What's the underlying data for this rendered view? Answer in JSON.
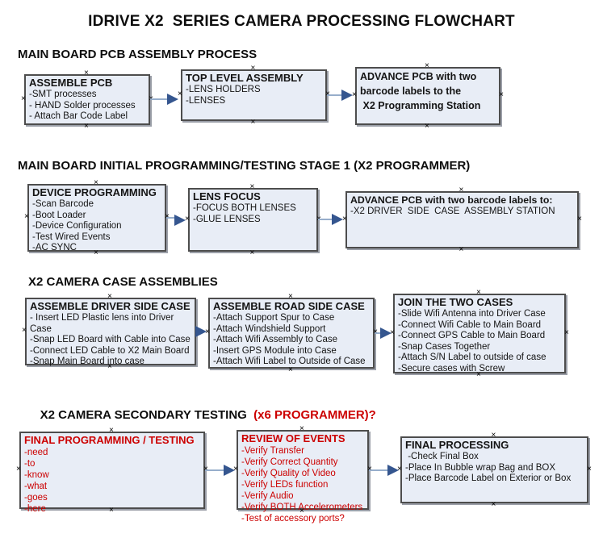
{
  "title": "IDRIVE X2  SERIES CAMERA PROCESSING FLOWCHART",
  "colors": {
    "box_fill": "#e8edf6",
    "box_border": "#4d4d4d",
    "box_shadow": "#9b9fa8",
    "arrow_line": "#97aecb",
    "arrow_head": "#35568f",
    "accent_red": "#cc0000",
    "text": "#141414"
  },
  "icons": {
    "connector_handle": "×"
  },
  "sections": [
    {
      "heading": "MAIN BOARD PCB ASSEMBLY PROCESS",
      "boxes": [
        {
          "title": "ASSEMBLE PCB",
          "lines": [
            "-SMT processes",
            "- HAND Solder processes",
            "- Attach Bar Code Label"
          ]
        },
        {
          "title": "TOP LEVEL ASSEMBLY",
          "lines": [
            "-LENS HOLDERS",
            "-LENSES"
          ]
        },
        {
          "title": "ADVANCE PCB with two",
          "lines": [
            "barcode labels to the",
            " X2 Programming Station"
          ]
        }
      ]
    },
    {
      "heading": "MAIN BOARD INITIAL PROGRAMMING/TESTING STAGE 1 (X2 PROGRAMMER)",
      "boxes": [
        {
          "title": "DEVICE PROGRAMMING",
          "lines": [
            "-Scan Barcode",
            "-Boot Loader",
            "-Device Configuration",
            "-Test Wired Events",
            "-AC SYNC"
          ]
        },
        {
          "title": "LENS FOCUS",
          "lines": [
            "-FOCUS BOTH LENSES",
            "-GLUE LENSES"
          ]
        },
        {
          "title": "ADVANCE PCB with two barcode labels to:",
          "lines": [
            "-X2 DRIVER  SIDE  CASE  ASSEMBLY STATION"
          ]
        }
      ]
    },
    {
      "heading": "X2 CAMERA CASE ASSEMBLIES",
      "boxes": [
        {
          "title": "ASSEMBLE DRIVER SIDE CASE",
          "lines": [
            "- Insert LED Plastic lens into Driver Case",
            "-Snap LED Board with Cable into Case",
            "-Connect LED Cable to X2 Main Board",
            "-Snap Main Board into case"
          ]
        },
        {
          "title": "ASSEMBLE ROAD SIDE CASE",
          "lines": [
            "-Attach Support Spur to Case",
            "-Attach Windshield Support",
            "-Attach Wifi Assembly to Case",
            "-Insert GPS Module into Case",
            "-Attach Wifi Label to Outside of Case"
          ]
        },
        {
          "title": "JOIN THE TWO CASES",
          "lines": [
            "-Slide Wifi Antenna into Driver Case",
            "-Connect Wifi Cable to Main Board",
            "-Connect GPS Cable to Main Board",
            "-Snap Cases Together",
            "-Attach S/N Label to outside of case",
            "-Secure cases with Screw"
          ]
        }
      ]
    },
    {
      "heading": "X2 CAMERA SECONDARY TESTING  ",
      "heading_suffix": "(x6 PROGRAMMER)?",
      "boxes": [
        {
          "title": "FINAL PROGRAMMING / TESTING",
          "lines": [
            "-need",
            "-to",
            "-know",
            "-what",
            "-goes",
            "-here"
          ]
        },
        {
          "title": "REVIEW OF EVENTS",
          "lines": [
            "-Verify Transfer",
            "-Verify Correct Quantity",
            "-Verify Quality of Video",
            "-Verify LEDs function",
            "-Verify Audio",
            "-Verify BOTH Accelerometers",
            "-Test of accessory ports?"
          ]
        },
        {
          "title": "FINAL PROCESSING",
          "lines": [
            " -Check Final Box",
            "-Place In Bubble wrap Bag and BOX",
            "-Place Barcode Label on Exterior or Box"
          ]
        }
      ]
    }
  ]
}
